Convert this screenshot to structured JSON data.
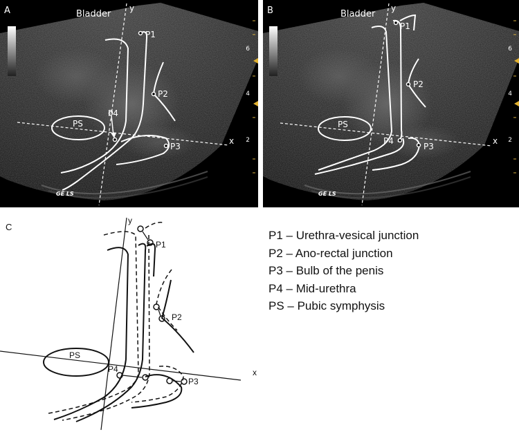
{
  "panel_a": {
    "label": "A",
    "bladder": "Bladder",
    "y_axis": "y",
    "x_axis": "x",
    "points": [
      "P1",
      "P2",
      "P3",
      "P4",
      "PS"
    ],
    "scale_ticks": [
      "6",
      "4",
      "2"
    ],
    "logo": "GE LS"
  },
  "panel_b": {
    "label": "B",
    "bladder": "Bladder",
    "y_axis": "y",
    "x_axis": "x",
    "points": [
      "P1",
      "P2",
      "P3",
      "P4",
      "PS"
    ],
    "scale_ticks": [
      "6",
      "4",
      "2"
    ],
    "logo": "GE LS"
  },
  "panel_c": {
    "label": "C",
    "y_axis": "y",
    "x_axis": "x",
    "points": [
      "P1",
      "P2",
      "P3",
      "P4",
      "PS"
    ]
  },
  "legend": [
    "P1 – Urethra-vesical junction",
    "P2 – Ano-rectal junction",
    "P3 – Bulb of the penis",
    "P4 – Mid-urethra",
    "PS – Pubic symphysis"
  ],
  "colors": {
    "ultrasound_bg": "#000000",
    "annotation": "#ffffff",
    "tick_accent": "#d8b040",
    "diagram_ink": "#111111"
  }
}
